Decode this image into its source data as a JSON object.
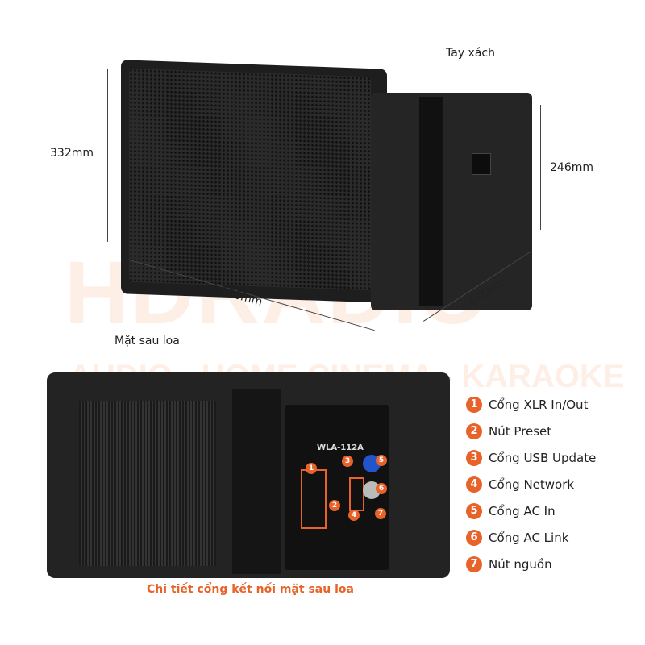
{
  "watermark": {
    "brand": "HDRADIO",
    "tagline": "AUDIO - HOME CINEMA - KARAOKE"
  },
  "dimensions": {
    "height_front": "332mm",
    "height_side": "246mm",
    "width": "566mm",
    "depth": "465mm"
  },
  "labels": {
    "handle": "Tay xách",
    "rear": "Mặt sau loa",
    "caption": "Chi tiết cổng kết nối mặt sau loa"
  },
  "panel": {
    "model": "WLA-112A"
  },
  "legend": [
    {
      "n": "1",
      "text": "Cổng XLR In/Out"
    },
    {
      "n": "2",
      "text": "Nút Preset"
    },
    {
      "n": "3",
      "text": "Cổng USB Update"
    },
    {
      "n": "4",
      "text": "Cổng Network"
    },
    {
      "n": "5",
      "text": "Cổng AC In"
    },
    {
      "n": "6",
      "text": "Cổng AC Link"
    },
    {
      "n": "7",
      "text": "Nút nguồn"
    }
  ],
  "colors": {
    "accent": "#e8632a"
  }
}
